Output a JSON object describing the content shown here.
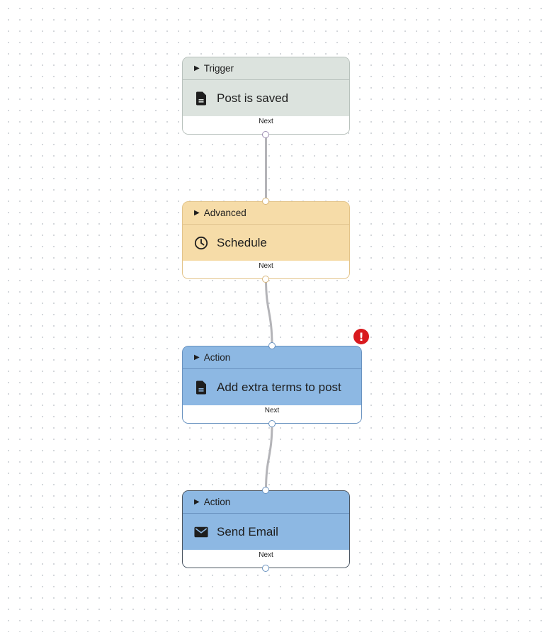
{
  "nodes": [
    {
      "type_label": "Trigger",
      "title": "Post is saved",
      "icon": "document-icon",
      "footer_label": "Next"
    },
    {
      "type_label": "Advanced",
      "title": "Schedule",
      "icon": "clock-icon",
      "footer_label": "Next"
    },
    {
      "type_label": "Action",
      "title": "Add extra terms to post",
      "icon": "document-icon",
      "footer_label": "Next",
      "has_error": true
    },
    {
      "type_label": "Action",
      "title": "Send Email",
      "icon": "envelope-icon",
      "footer_label": "Next"
    }
  ],
  "error_badge": {
    "symbol": "!"
  },
  "colors": {
    "trigger": "#dce3de",
    "advanced": "#f6dca8",
    "action": "#8db8e3",
    "error": "#d9191e",
    "edge": "#b4b4b8"
  }
}
